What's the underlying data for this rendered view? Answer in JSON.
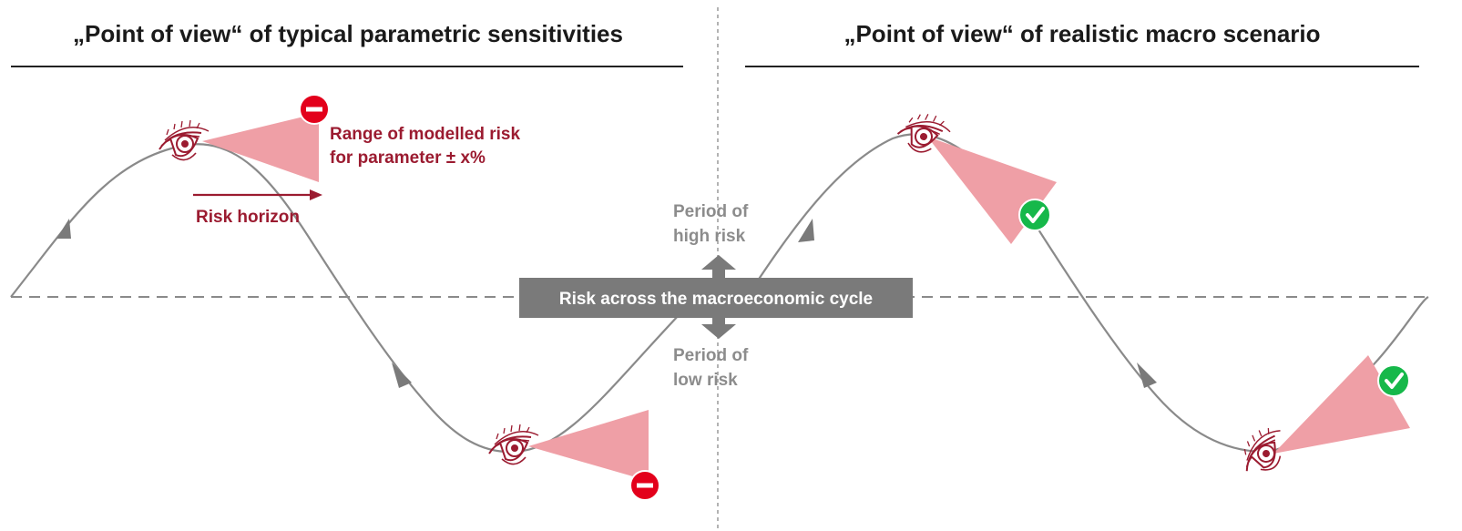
{
  "left_panel": {
    "title": "„Point of view“ of typical parametric sensitivities",
    "range_label_line1": "Range of modelled risk",
    "range_label_line2": "for parameter ± x%",
    "risk_horizon_label": "Risk horizon"
  },
  "right_panel": {
    "title": "„Point of view“ of realistic macro scenario"
  },
  "center": {
    "cycle_label": "Risk across the macroeconomic cycle",
    "high_risk_line1": "Period of",
    "high_risk_line2": "high risk",
    "low_risk_line1": "Period of",
    "low_risk_line2": "low risk"
  },
  "colors": {
    "curve": "#8a8a8a",
    "accent_red": "#9b1b30",
    "cone_fill": "#ef9fa6",
    "minus_badge": "#e3001b",
    "check_badge": "#16b84a",
    "cycle_box": "#7a7a7a",
    "period_text": "#8c8c8c"
  },
  "icons": {
    "eye": "eye-icon",
    "minus_badge": "minus-circle-icon",
    "check_badge": "check-circle-icon",
    "vertical_arrow": "double-arrow-vertical-icon",
    "horizon_arrow": "arrow-right-icon"
  }
}
